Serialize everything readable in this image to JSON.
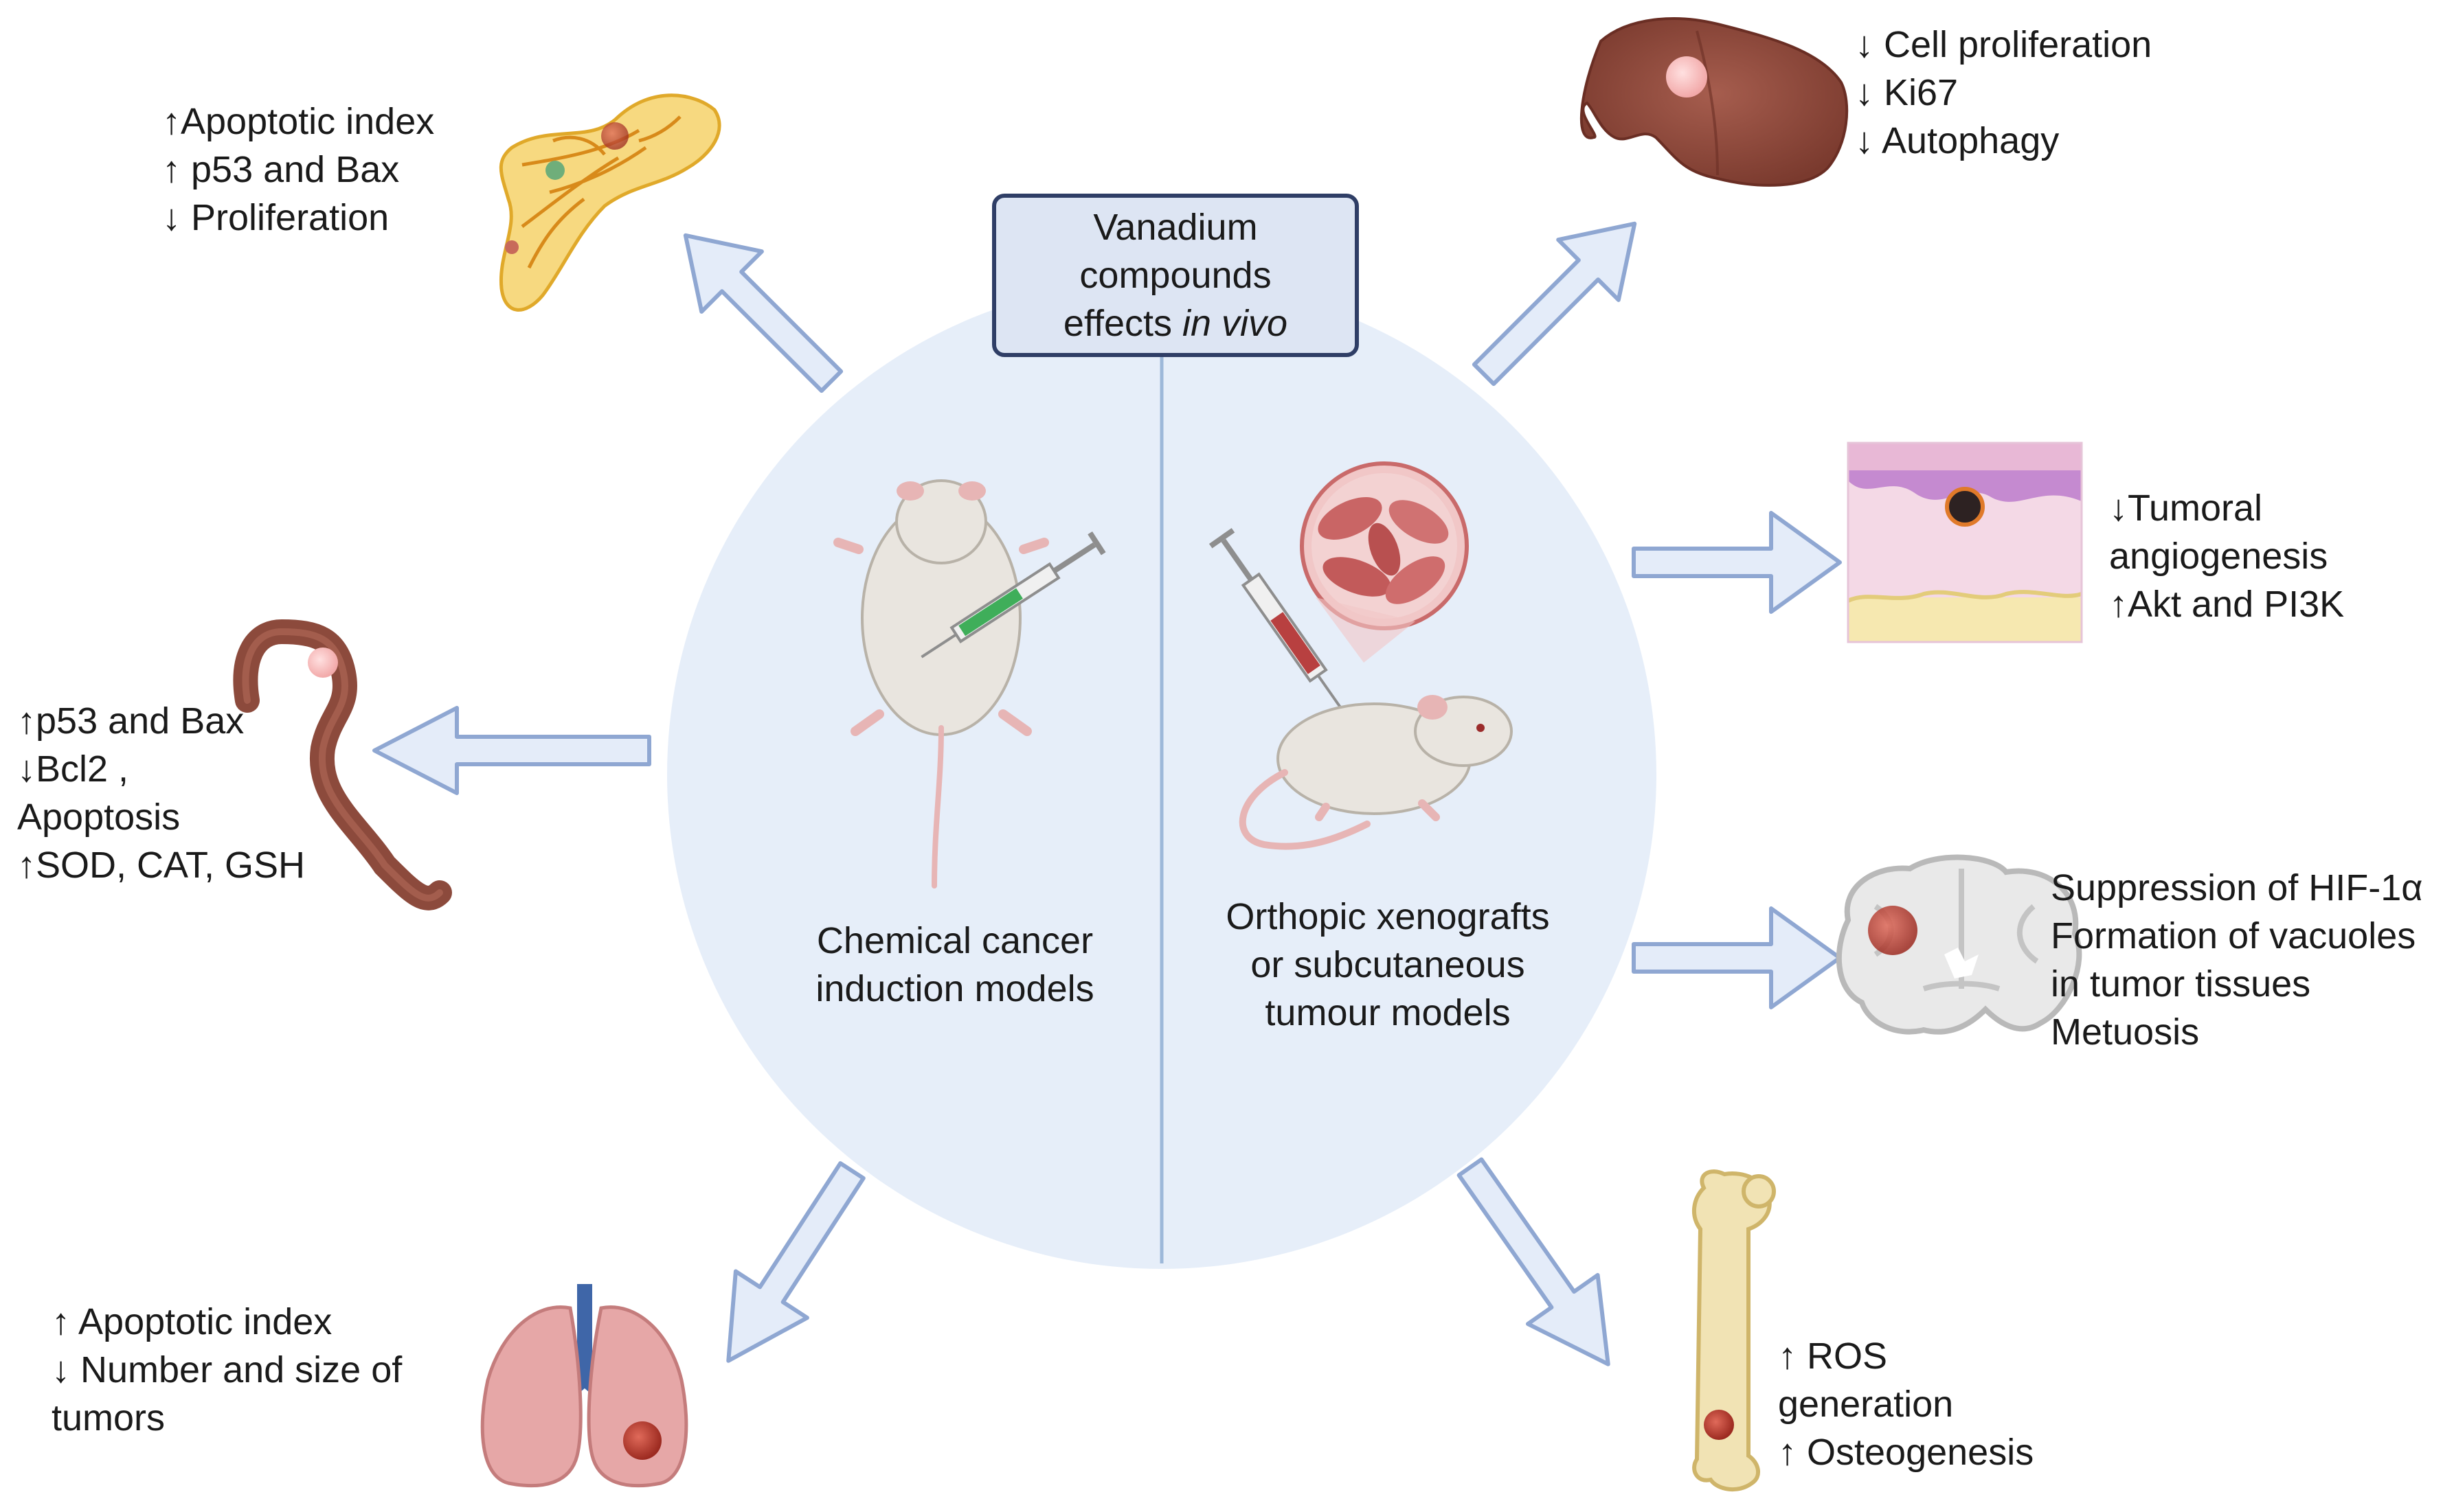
{
  "title": {
    "line1": "Vanadium",
    "line2": "compounds",
    "line3_prefix": "effects ",
    "line3_italic": "in vivo"
  },
  "models": {
    "left": [
      "Chemical cancer",
      "induction models"
    ],
    "right": [
      "Orthopic xenografts",
      "or subcutaneous",
      "tumour models"
    ]
  },
  "effects": {
    "pancreas": [
      "↑Apoptotic index",
      "↑  p53 and Bax",
      "↓  Proliferation"
    ],
    "liver": [
      "↓  Cell proliferation",
      "↓  Ki67",
      "↓  Autophagy"
    ],
    "colon": [
      "↑p53 and Bax",
      "↓Bcl2 ,",
      "Apoptosis",
      "↑SOD, CAT, GSH"
    ],
    "skin": [
      "↓Tumoral",
      "angiogenesis",
      "↑Akt and PI3K"
    ],
    "brain": [
      "Suppression of HIF-1α",
      "Formation of vacuoles",
      "in tumor tissues",
      "Metuosis"
    ],
    "lung": [
      "↑  Apoptotic index",
      "↓  Number and size of",
      "tumors"
    ],
    "bone": [
      "↑  ROS",
      "generation",
      "↑  Osteogenesis"
    ]
  },
  "colors": {
    "circle_fill": "#e6eef9",
    "arrow_fill": "#e4ecf9",
    "arrow_stroke": "#8fa7d2",
    "title_box_fill": "#dde5f3",
    "title_box_border": "#2f3e66",
    "tumor": "#c0392b",
    "organ_brown": "#8c4a3c"
  },
  "icons": [
    "pancreas-icon",
    "liver-icon",
    "colon-icon",
    "skin-tissue-icon",
    "brain-icon",
    "lung-icon",
    "bone-icon",
    "rat-supine-icon",
    "mouse-icon",
    "syringe-icon",
    "cancer-cells-icon"
  ]
}
